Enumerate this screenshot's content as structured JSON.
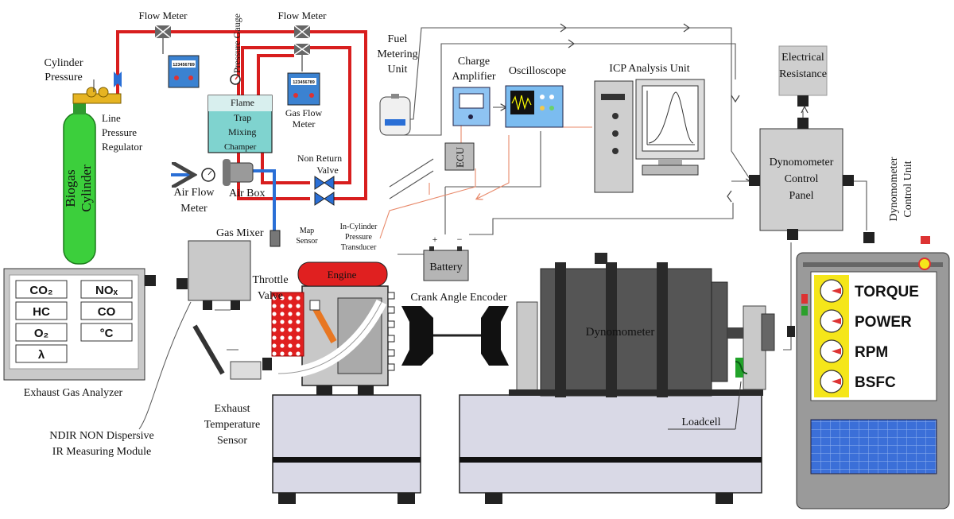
{
  "labels": {
    "flow_meter_1": "Flow Meter",
    "flow_meter_2": "Flow Meter",
    "pressure_gauge": "Pressure Gauge",
    "cylinder_pressure": [
      "Cylinder",
      "Pressure"
    ],
    "line_pressure_regulator": [
      "Line",
      "Pressure",
      "Regulator"
    ],
    "biogas_cylinder": [
      "Biogas",
      "Cylinder"
    ],
    "flame_trap": [
      "Flame",
      "Trap",
      "Mixing",
      "Champer"
    ],
    "gas_flow_meter": [
      "Gas Flow",
      "Meter"
    ],
    "non_return_valve": [
      "Non Return",
      "Valve"
    ],
    "fuel_metering_unit": [
      "Fuel",
      "Metering",
      "Unit"
    ],
    "charge_amplifier": [
      "Charge",
      "Amplifier"
    ],
    "oscilloscope": "Oscilloscope",
    "icp_analysis_unit": "ICP Analysis Unit",
    "electrical_resistance": [
      "Electrical",
      "Resistance"
    ],
    "ecu": "ECU",
    "dyno_control_panel": [
      "Dynomometer",
      "Control",
      "Panel"
    ],
    "dyno_control_unit": [
      "Dynomometer",
      "Control Unit"
    ],
    "air_flow_meter": [
      "Air Flow",
      "Meter"
    ],
    "air_box": "Air Box",
    "gas_mixer": "Gas Mixer",
    "map_sensor": [
      "Map",
      "Sensor"
    ],
    "in_cylinder_pressure_transducer": [
      "In-Cylinder",
      "Pressure",
      "Transducer"
    ],
    "battery": "Battery",
    "throttle_valve": [
      "Throttle",
      "Valve"
    ],
    "engine": "Engine",
    "crank_angle_encoder": "Crank Angle Encoder",
    "dynomometer": "Dynomometer",
    "loadcell": "Loadcell",
    "exhaust_gas_analyzer": "Exhaust Gas Analyzer",
    "ndir_module": [
      "NDIR NON Dispersive",
      "IR Measuring Module"
    ],
    "exhaust_temp_sensor": [
      "Exhaust",
      "Temperature",
      "Sensor"
    ],
    "meter_display": "123456789",
    "battery_plus": "+",
    "battery_minus": "−"
  },
  "analyzer_cells": [
    "CO₂",
    "NOₓ",
    "HC",
    "CO",
    "O₂",
    "°C",
    "λ"
  ],
  "control_unit_readouts": [
    "TORQUE",
    "POWER",
    "RPM",
    "BSFC"
  ],
  "colors": {
    "gas_line": "#d81e1e",
    "air_line": "#2a6fd6",
    "signal_line": "#555555",
    "sensor_line": "#e8896a",
    "cylinder": "#3ccf3c",
    "engine_red": "#e02020",
    "control_screen": "#f5e61a",
    "gray_box": "#cfcfcf"
  }
}
